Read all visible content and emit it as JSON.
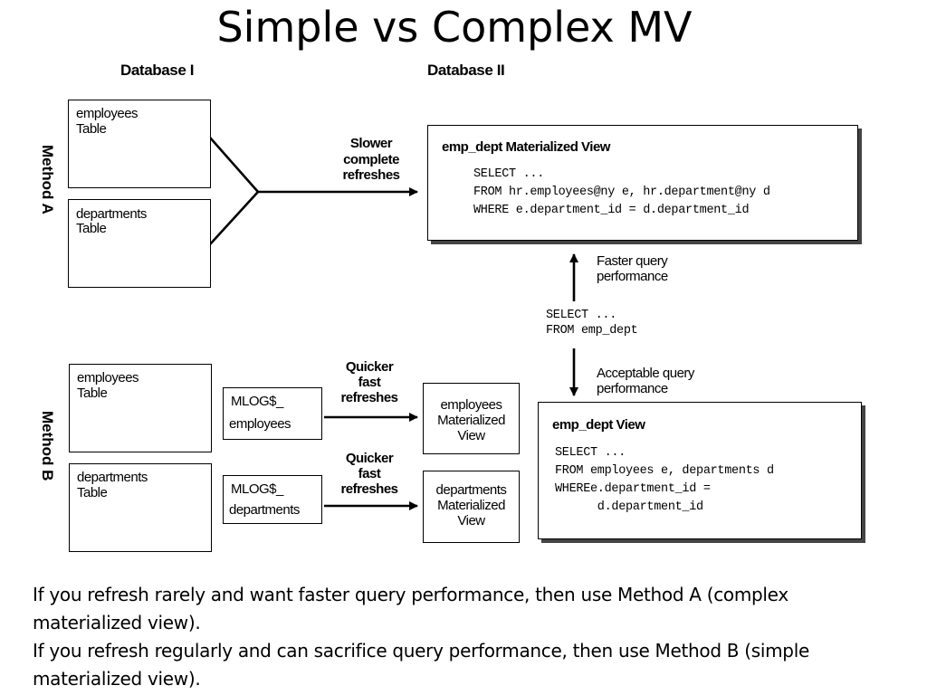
{
  "title": "Simple vs Complex MV",
  "headers": {
    "db1": "Database I",
    "db2": "Database II"
  },
  "methods": {
    "a": "Method A",
    "b": "Method B"
  },
  "method_a": {
    "employees_table": [
      "employees",
      "Table"
    ],
    "departments_table": [
      "departments",
      "Table"
    ],
    "arrow_label": [
      "Slower",
      "complete",
      "refreshes"
    ],
    "mv_title": "emp_dept Materialized View",
    "mv_sql": [
      "SELECT ...",
      "FROM hr.employees@ny e, hr.department@ny d",
      "WHERE e.department_id = d.department_id"
    ]
  },
  "middle": {
    "faster": [
      "Faster query",
      "performance"
    ],
    "sql": [
      "SELECT ...",
      "FROM emp_dept"
    ],
    "acceptable": [
      "Acceptable query",
      "performance"
    ]
  },
  "method_b": {
    "employees_table": [
      "employees",
      "Table"
    ],
    "departments_table": [
      "departments",
      "Table"
    ],
    "mlog_employees": [
      "MLOG$_",
      "employees"
    ],
    "mlog_departments": [
      "MLOG$_",
      "departments"
    ],
    "arrow_label_1": [
      "Quicker",
      "fast",
      "refreshes"
    ],
    "arrow_label_2": [
      "Quicker",
      "fast",
      "refreshes"
    ],
    "employees_mv": [
      "employees",
      "Materialized",
      "View"
    ],
    "departments_mv": [
      "departments",
      "Materialized",
      "View"
    ],
    "view_title": "emp_dept View",
    "view_sql": [
      "SELECT ...",
      "FROM employees e, departments d",
      "WHEREe.department_id =",
      "      d.department_id"
    ]
  },
  "caption": [
    "If you refresh rarely and want faster query performance, then use Method A (complex materialized view).",
    "If you refresh regularly and can sacrifice query performance, then use Method B (simple materialized view)."
  ]
}
